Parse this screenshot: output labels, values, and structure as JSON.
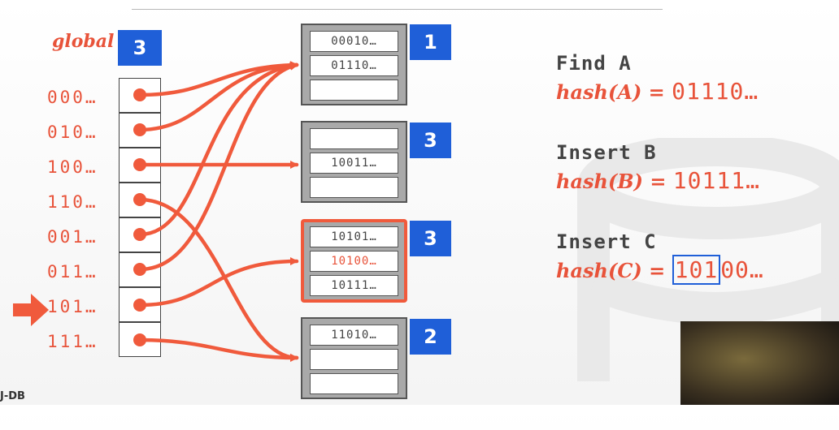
{
  "global": {
    "label": "global",
    "depth": "3"
  },
  "directory": [
    {
      "label": "000…"
    },
    {
      "label": "010…"
    },
    {
      "label": "100…"
    },
    {
      "label": "110…"
    },
    {
      "label": "001…"
    },
    {
      "label": "011…"
    },
    {
      "label": "101…"
    },
    {
      "label": "111…"
    }
  ],
  "buckets": [
    {
      "depth": "1",
      "slots": [
        "00010…",
        "01110…",
        ""
      ]
    },
    {
      "depth": "3",
      "slots": [
        "",
        "10011…",
        ""
      ]
    },
    {
      "depth": "3",
      "slots": [
        "10101…",
        "10100…",
        "10111…"
      ]
    },
    {
      "depth": "2",
      "slots": [
        "11010…",
        "",
        ""
      ]
    }
  ],
  "operations": [
    {
      "title": "Find A",
      "hash_fn": "hash(A)",
      "eq": " = ",
      "value": "01110…"
    },
    {
      "title": "Insert B",
      "hash_fn": "hash(B)",
      "eq": " = ",
      "value": "10111…"
    },
    {
      "title": "Insert C",
      "hash_fn": "hash(C)",
      "eq": " = ",
      "value_boxed": "101",
      "value_rest": "00…"
    }
  ],
  "footer": {
    "text": "J-DB"
  },
  "colors": {
    "accent": "#e8533a",
    "blue": "#1f5fd8",
    "highlight_border": "#f05a3c"
  }
}
